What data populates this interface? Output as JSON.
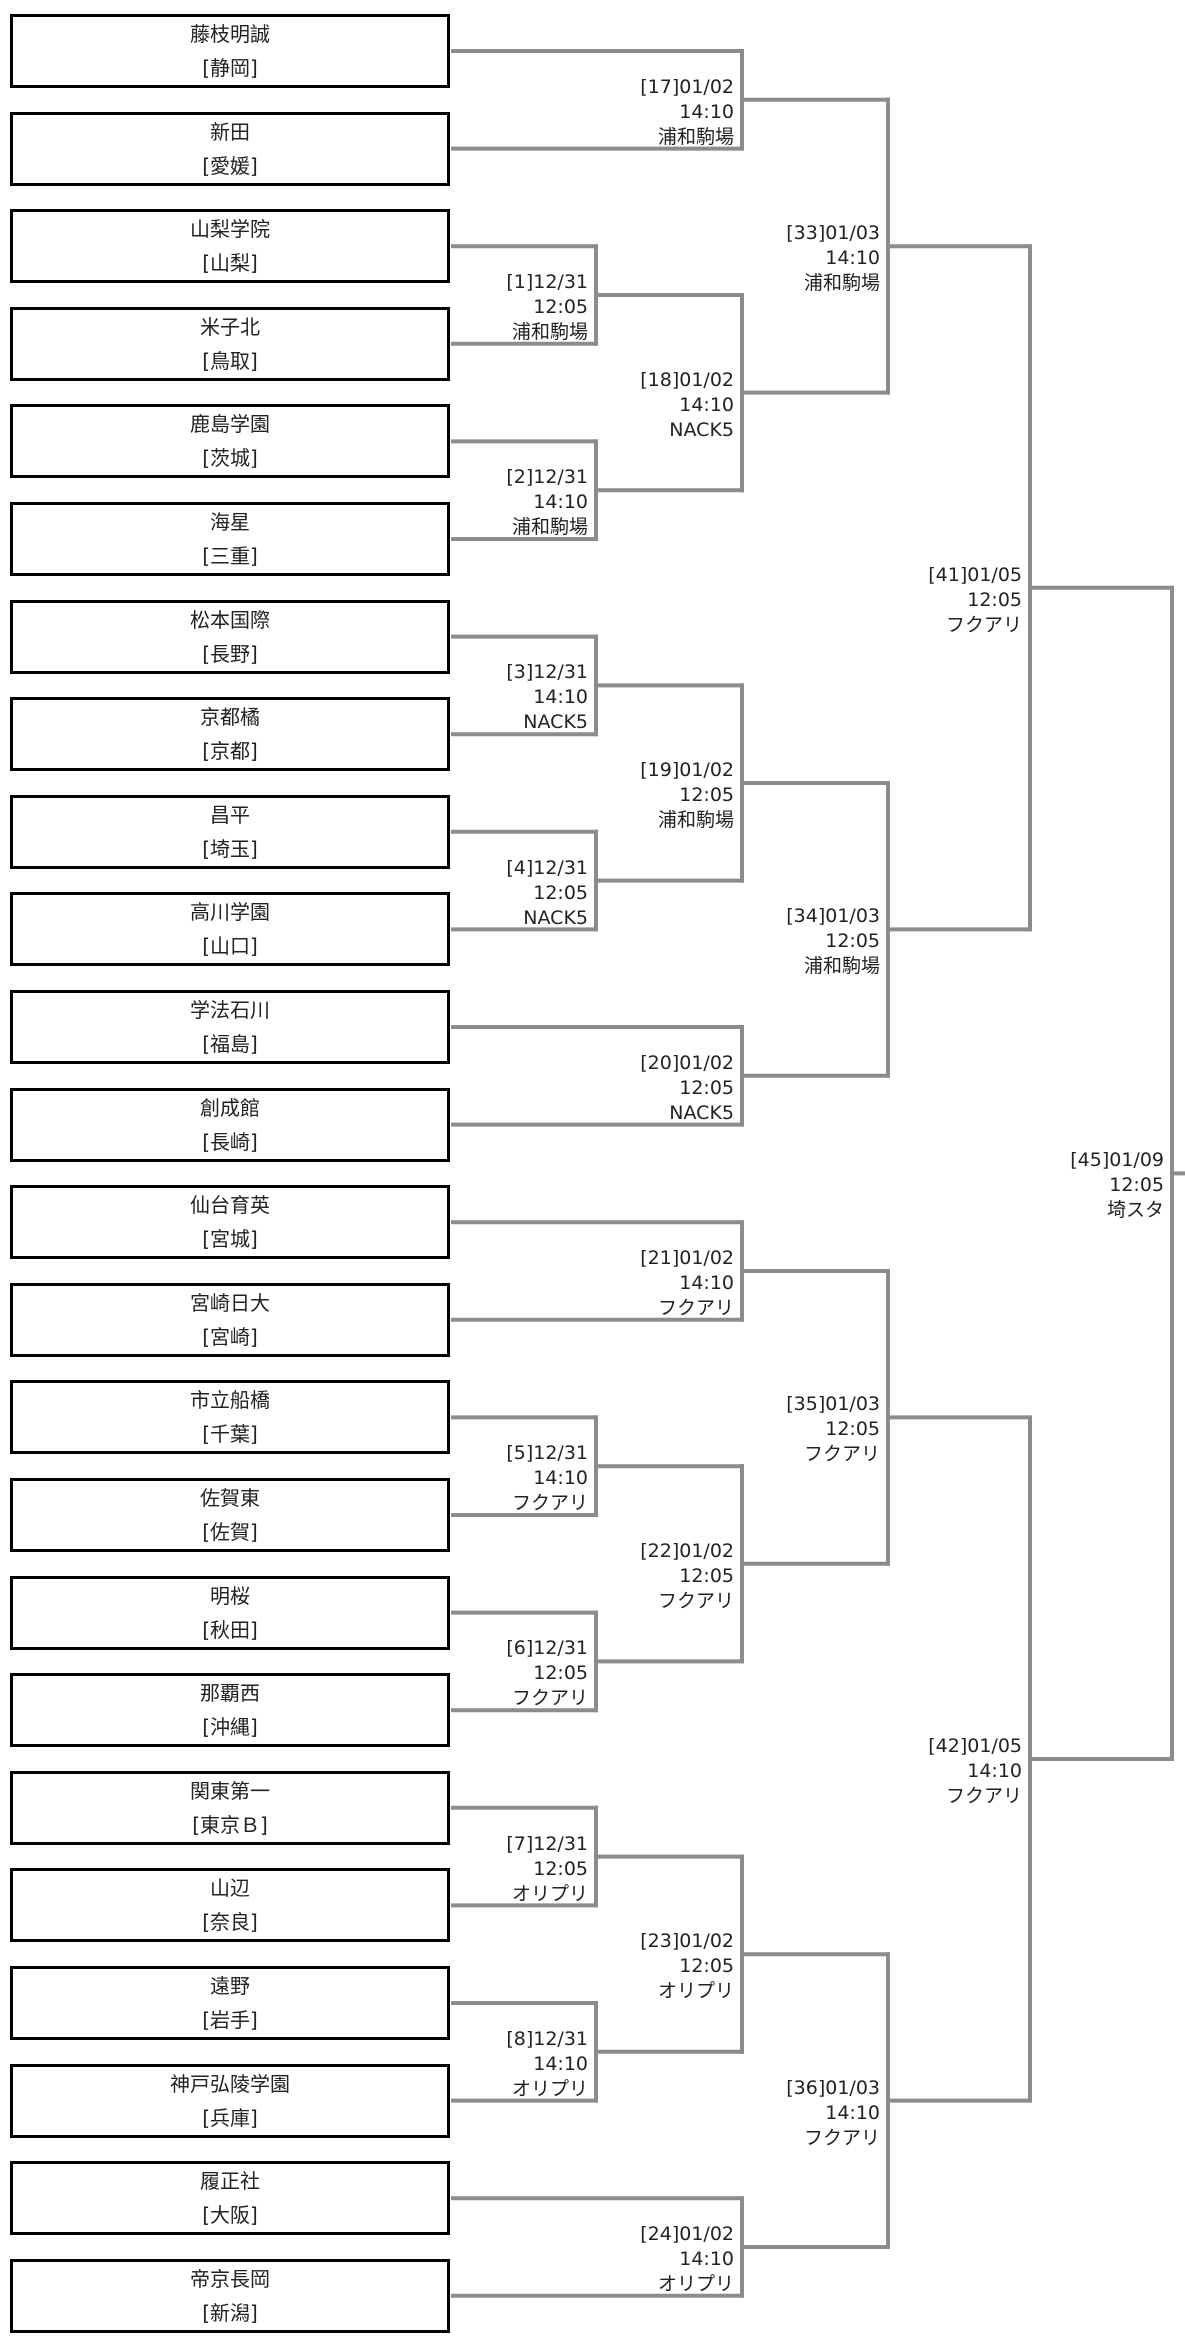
{
  "teams": [
    {
      "name": "藤枝明誠",
      "pref": "[静岡]"
    },
    {
      "name": "新田",
      "pref": "[愛媛]"
    },
    {
      "name": "山梨学院",
      "pref": "[山梨]"
    },
    {
      "name": "米子北",
      "pref": "[鳥取]"
    },
    {
      "name": "鹿島学園",
      "pref": "[茨城]"
    },
    {
      "name": "海星",
      "pref": "[三重]"
    },
    {
      "name": "松本国際",
      "pref": "[長野]"
    },
    {
      "name": "京都橘",
      "pref": "[京都]"
    },
    {
      "name": "昌平",
      "pref": "[埼玉]"
    },
    {
      "name": "高川学園",
      "pref": "[山口]"
    },
    {
      "name": "学法石川",
      "pref": "[福島]"
    },
    {
      "name": "創成館",
      "pref": "[長崎]"
    },
    {
      "name": "仙台育英",
      "pref": "[宮城]"
    },
    {
      "name": "宮崎日大",
      "pref": "[宮崎]"
    },
    {
      "name": "市立船橋",
      "pref": "[千葉]"
    },
    {
      "name": "佐賀東",
      "pref": "[佐賀]"
    },
    {
      "name": "明桜",
      "pref": "[秋田]"
    },
    {
      "name": "那覇西",
      "pref": "[沖縄]"
    },
    {
      "name": "関東第一",
      "pref": "[東京Ｂ]"
    },
    {
      "name": "山辺",
      "pref": "[奈良]"
    },
    {
      "name": "遠野",
      "pref": "[岩手]"
    },
    {
      "name": "神戸弘陵学園",
      "pref": "[兵庫]"
    },
    {
      "name": "履正社",
      "pref": "[大阪]"
    },
    {
      "name": "帝京長岡",
      "pref": "[新潟]"
    }
  ],
  "matches": {
    "m17": {
      "id": "[17]01/02",
      "time": "14:10",
      "venue": "浦和駒場"
    },
    "m1": {
      "id": "[1]12/31",
      "time": "12:05",
      "venue": "浦和駒場"
    },
    "m2": {
      "id": "[2]12/31",
      "time": "14:10",
      "venue": "浦和駒場"
    },
    "m18": {
      "id": "[18]01/02",
      "time": "14:10",
      "venue": "NACK5"
    },
    "m3": {
      "id": "[3]12/31",
      "time": "14:10",
      "venue": "NACK5"
    },
    "m4": {
      "id": "[4]12/31",
      "time": "12:05",
      "venue": "NACK5"
    },
    "m19": {
      "id": "[19]01/02",
      "time": "12:05",
      "venue": "浦和駒場"
    },
    "m20": {
      "id": "[20]01/02",
      "time": "12:05",
      "venue": "NACK5"
    },
    "m33": {
      "id": "[33]01/03",
      "time": "14:10",
      "venue": "浦和駒場"
    },
    "m34": {
      "id": "[34]01/03",
      "time": "12:05",
      "venue": "浦和駒場"
    },
    "m41": {
      "id": "[41]01/05",
      "time": "12:05",
      "venue": "フクアリ"
    },
    "m21": {
      "id": "[21]01/02",
      "time": "14:10",
      "venue": "フクアリ"
    },
    "m5": {
      "id": "[5]12/31",
      "time": "14:10",
      "venue": "フクアリ"
    },
    "m6": {
      "id": "[6]12/31",
      "time": "12:05",
      "venue": "フクアリ"
    },
    "m22": {
      "id": "[22]01/02",
      "time": "12:05",
      "venue": "フクアリ"
    },
    "m7": {
      "id": "[7]12/31",
      "time": "12:05",
      "venue": "オリプリ"
    },
    "m8": {
      "id": "[8]12/31",
      "time": "14:10",
      "venue": "オリプリ"
    },
    "m23": {
      "id": "[23]01/02",
      "time": "12:05",
      "venue": "オリプリ"
    },
    "m24": {
      "id": "[24]01/02",
      "time": "14:10",
      "venue": "オリプリ"
    },
    "m35": {
      "id": "[35]01/03",
      "time": "12:05",
      "venue": "フクアリ"
    },
    "m36": {
      "id": "[36]01/03",
      "time": "14:10",
      "venue": "フクアリ"
    },
    "m42": {
      "id": "[42]01/05",
      "time": "14:10",
      "venue": "フクアリ"
    },
    "m45": {
      "id": "[45]01/09",
      "time": "12:05",
      "venue": "埼スタ"
    }
  },
  "colors": {
    "line": "#8c8c8c",
    "box_border": "#000000",
    "text": "#222222"
  }
}
